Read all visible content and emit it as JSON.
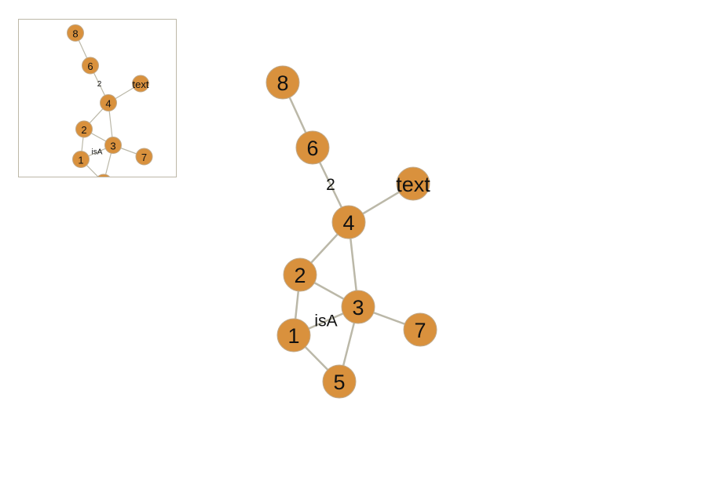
{
  "colors": {
    "node_fill": "#d9913d",
    "edge": "#bbb8a8",
    "minimap_border": "#bdb8a8"
  },
  "graph": {
    "nodes": [
      {
        "id": "8",
        "label": "8"
      },
      {
        "id": "6",
        "label": "6"
      },
      {
        "id": "text",
        "label": "text"
      },
      {
        "id": "4",
        "label": "4"
      },
      {
        "id": "2",
        "label": "2"
      },
      {
        "id": "3",
        "label": "3"
      },
      {
        "id": "1",
        "label": "1"
      },
      {
        "id": "7",
        "label": "7"
      },
      {
        "id": "5",
        "label": "5"
      }
    ],
    "edges": [
      {
        "source": "8",
        "target": "6",
        "label": ""
      },
      {
        "source": "6",
        "target": "4",
        "label": "2"
      },
      {
        "source": "4",
        "target": "text",
        "label": ""
      },
      {
        "source": "4",
        "target": "2",
        "label": ""
      },
      {
        "source": "4",
        "target": "3",
        "label": ""
      },
      {
        "source": "2",
        "target": "3",
        "label": ""
      },
      {
        "source": "2",
        "target": "1",
        "label": ""
      },
      {
        "source": "3",
        "target": "1",
        "label": "isA"
      },
      {
        "source": "3",
        "target": "7",
        "label": ""
      },
      {
        "source": "3",
        "target": "5",
        "label": ""
      },
      {
        "source": "1",
        "target": "5",
        "label": ""
      }
    ]
  }
}
